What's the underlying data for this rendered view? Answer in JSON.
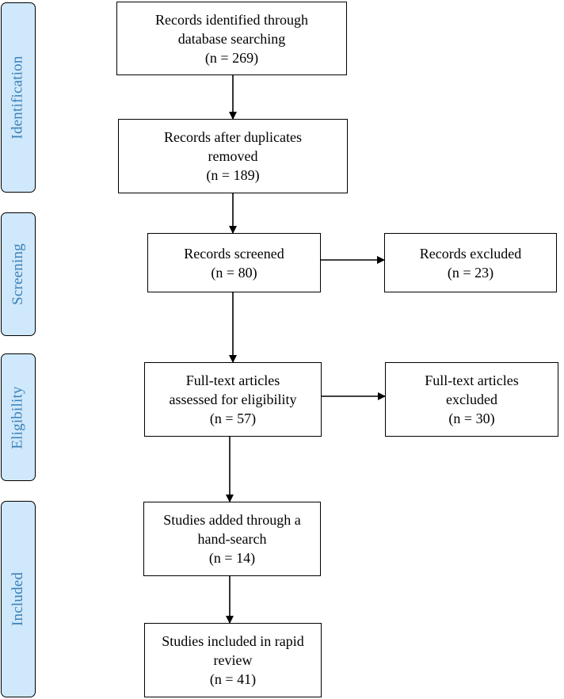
{
  "phases": {
    "identification": "Identification",
    "screening": "Screening",
    "eligibility": "Eligibility",
    "included": "Included"
  },
  "boxes": {
    "identified": {
      "line1": "Records identified through",
      "line2": "database searching",
      "line3": "(n = 269)"
    },
    "deduplicated": {
      "line1": "Records after duplicates",
      "line2": "removed",
      "line3": "(n = 189)"
    },
    "screened": {
      "line1": "Records screened",
      "line2": "(n = 80)"
    },
    "excluded": {
      "line1": "Records excluded",
      "line2": "(n = 23)"
    },
    "fulltext_assessed": {
      "line1": "Full-text articles",
      "line2": "assessed for eligibility",
      "line3": "(n = 57)"
    },
    "fulltext_excluded": {
      "line1": "Full-text articles",
      "line2": "excluded",
      "line3": "(n = 30)"
    },
    "hand_search": {
      "line1": "Studies added through a",
      "line2": "hand-search",
      "line3": "(n = 14)"
    },
    "included_final": {
      "line1": "Studies included in rapid",
      "line2": "review",
      "line3": "(n = 41)"
    }
  },
  "colors": {
    "phase_fill": "#cfe8fb",
    "phase_text": "#3b7fb6",
    "border": "#000000"
  }
}
